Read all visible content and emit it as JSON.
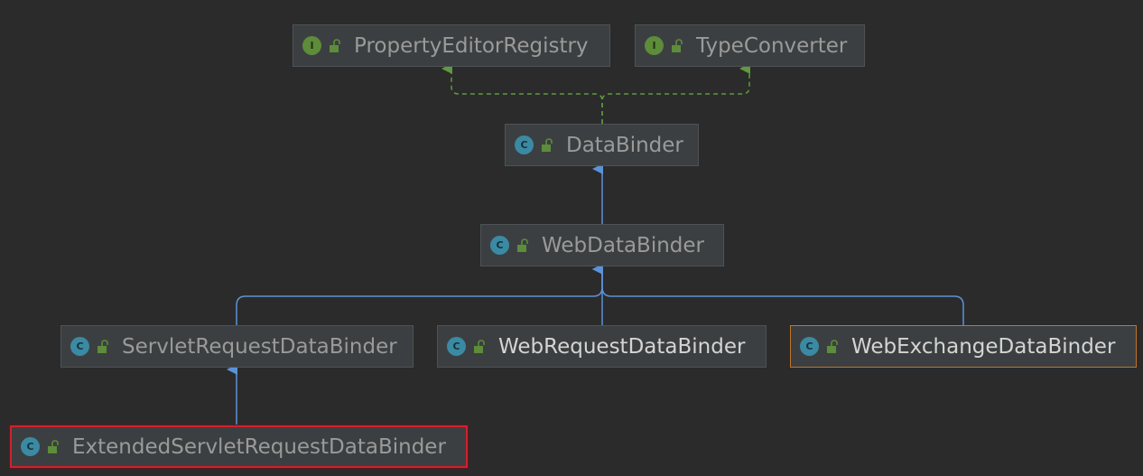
{
  "diagram": {
    "nodes": [
      {
        "id": "PropertyEditorRegistry",
        "label": "PropertyEditorRegistry",
        "kind": "interface",
        "kind_letter": "I"
      },
      {
        "id": "TypeConverter",
        "label": "TypeConverter",
        "kind": "interface",
        "kind_letter": "I"
      },
      {
        "id": "DataBinder",
        "label": "DataBinder",
        "kind": "class",
        "kind_letter": "C"
      },
      {
        "id": "WebDataBinder",
        "label": "WebDataBinder",
        "kind": "class",
        "kind_letter": "C"
      },
      {
        "id": "ServletRequestDataBinder",
        "label": "ServletRequestDataBinder",
        "kind": "class",
        "kind_letter": "C"
      },
      {
        "id": "WebRequestDataBinder",
        "label": "WebRequestDataBinder",
        "kind": "class",
        "kind_letter": "C"
      },
      {
        "id": "WebExchangeDataBinder",
        "label": "WebExchangeDataBinder",
        "kind": "class",
        "kind_letter": "C"
      },
      {
        "id": "ExtendedServletRequestDataBinder",
        "label": "ExtendedServletRequestDataBinder",
        "kind": "class",
        "kind_letter": "C"
      }
    ],
    "edges": [
      {
        "from": "DataBinder",
        "to": "PropertyEditorRegistry",
        "type": "implements"
      },
      {
        "from": "DataBinder",
        "to": "TypeConverter",
        "type": "implements"
      },
      {
        "from": "WebDataBinder",
        "to": "DataBinder",
        "type": "extends"
      },
      {
        "from": "ServletRequestDataBinder",
        "to": "WebDataBinder",
        "type": "extends"
      },
      {
        "from": "WebRequestDataBinder",
        "to": "WebDataBinder",
        "type": "extends"
      },
      {
        "from": "WebExchangeDataBinder",
        "to": "WebDataBinder",
        "type": "extends"
      },
      {
        "from": "ExtendedServletRequestDataBinder",
        "to": "ServletRequestDataBinder",
        "type": "extends"
      }
    ],
    "colors": {
      "background": "#2b2b2b",
      "node_fill": "#3c3f41",
      "extends_arrow": "#5b93d8",
      "implements_arrow": "#5f9a3f",
      "highlight_border": "#c0742a",
      "selected_border": "#d0212d"
    }
  }
}
